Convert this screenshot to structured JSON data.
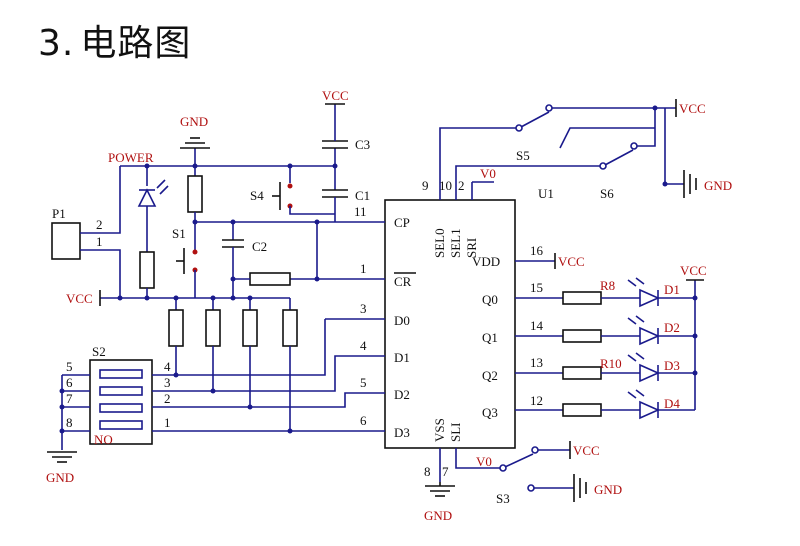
{
  "heading": {
    "number": "3.",
    "title": "电路图"
  },
  "labels": {
    "power": "POWER",
    "vcc": "VCC",
    "gnd": "GND",
    "p1": "P1",
    "s1": "S1",
    "s2": "S2",
    "s3": "S3",
    "s4": "S4",
    "s5": "S5",
    "s6": "S6",
    "c1": "C1",
    "c2": "C2",
    "c3": "C3",
    "u1": "U1",
    "v0": "V0",
    "no": "NO",
    "r8": "R8",
    "r10": "R10",
    "d1": "D1",
    "d2": "D2",
    "d3": "D3",
    "d4": "D4"
  },
  "ic": {
    "pins_left": [
      "CP",
      "CR",
      "D0",
      "D1",
      "D2",
      "D3"
    ],
    "pins_right": [
      "VDD",
      "Q0",
      "Q1",
      "Q2",
      "Q3"
    ],
    "pins_top": [
      "SEL0",
      "SEL1",
      "SRI"
    ],
    "pins_bottom": [
      "VSS",
      "SLI"
    ],
    "pin_numbers": {
      "cp": "11",
      "cr": "1",
      "d0": "3",
      "d1": "4",
      "d2": "5",
      "d3": "6",
      "vdd": "16",
      "q0": "15",
      "q1": "14",
      "q2": "13",
      "q3": "12",
      "sel0": "9",
      "sel1": "10",
      "sri": "2",
      "vss": "8",
      "sli": "7"
    }
  },
  "p1_pins": [
    "2",
    "1"
  ],
  "s2_pins_left": [
    "5",
    "6",
    "7",
    "8"
  ],
  "s2_pins_right": [
    "4",
    "3",
    "2",
    "1"
  ]
}
